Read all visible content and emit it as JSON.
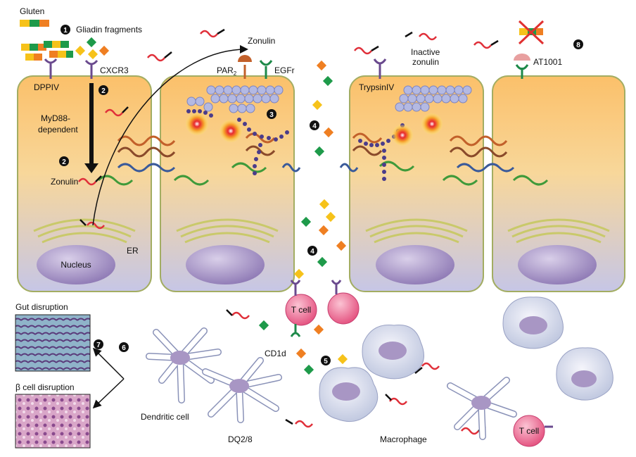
{
  "labels": {
    "gluten": "Gluten",
    "gliadin_fragments": "Gliadin fragments",
    "dppiv": "DPPIV",
    "cxcr3": "CXCR3",
    "myd88_line1": "MyD88-",
    "myd88_line2": "dependent",
    "zonulin_left": "Zonulin",
    "zonulin_top": "Zonulin",
    "par2": "PAR",
    "par2_sub": "2",
    "egfr": "EGFr",
    "inactive_line1": "Inactive",
    "inactive_line2": "zonulin",
    "trypsin": "TrypsinIV",
    "at1001": "AT1001",
    "er": "ER",
    "nucleus": "Nucleus",
    "gut_disruption": "Gut disruption",
    "beta_disruption": "β cell disruption",
    "tcell_top": "T cell",
    "tcell_bottom": "T cell",
    "cd1d": "CD1d",
    "dendritic": "Dendritic cell",
    "dq": "DQ2/8",
    "macrophage": "Macrophage"
  },
  "steps": {
    "s1": "1",
    "s2a": "2",
    "s2b": "2",
    "s3": "3",
    "s4a": "4",
    "s4b": "4",
    "s5": "5",
    "s6": "6",
    "s7": "7",
    "s8": "8"
  },
  "colors": {
    "cell_top": "#fbc06a",
    "cell_bottom": "#c7c8e6",
    "cell_border": "#9aa75a",
    "nucleus": "#a896c4",
    "er": "#d6d58a",
    "gliadin_green": "#1e9a4a",
    "gliadin_yellow": "#f6c21a",
    "gliadin_orange": "#ef7f22",
    "zonulin_red": "#e0303a",
    "tcell": "#e8608a",
    "receptor_purple": "#6a4a8e"
  }
}
